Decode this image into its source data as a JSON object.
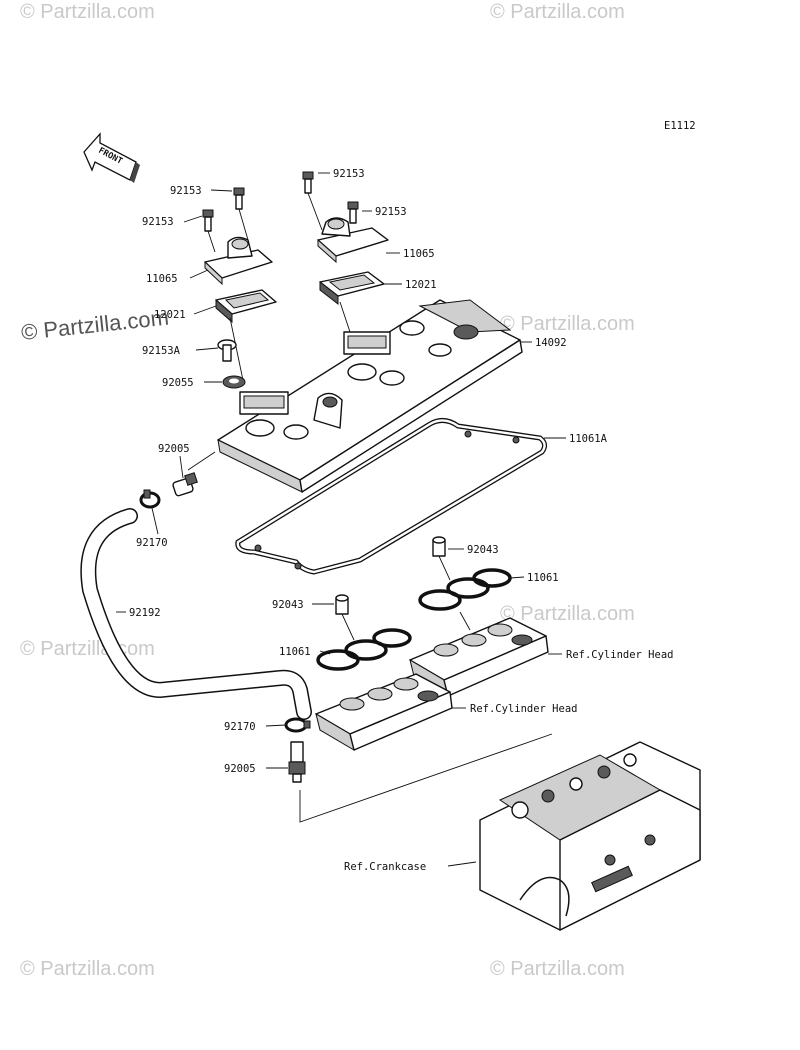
{
  "diagram": {
    "code": "E1112",
    "front_label": "FRONT",
    "watermarks": [
      "© Partzilla.com"
    ],
    "main_watermark": "© Partzilla.com",
    "labels": {
      "p92153_a": "92153",
      "p92153_b": "92153",
      "p92153_c": "92153",
      "p92153_d": "92153",
      "p11065_l": "11065",
      "p11065_r": "11065",
      "p12021_l": "12021",
      "p12021_r": "12021",
      "p14092": "14092",
      "p92153A": "92153A",
      "p92055": "92055",
      "p92005_top": "92005",
      "p11061A": "11061A",
      "p92170_top": "92170",
      "p92043_r": "92043",
      "p11061_r": "11061",
      "p92192": "92192",
      "p92043_l": "92043",
      "p11061_l": "11061",
      "ref_head_r": "Ref.Cylinder Head",
      "ref_head_l": "Ref.Cylinder Head",
      "p92170_bot": "92170",
      "p92005_bot": "92005",
      "ref_crankcase": "Ref.Crankcase"
    }
  }
}
